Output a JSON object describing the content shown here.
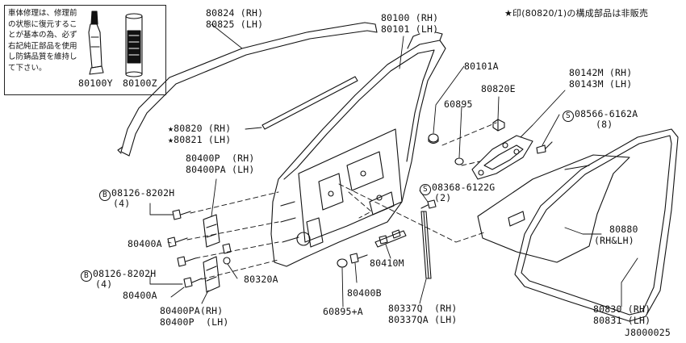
{
  "note": {
    "repair_notice": "車体修理は、修理前の状態に復元することが基本の為、必ず右記純正部品を使用し防錆品質を維持して下さい。",
    "kit_labels": [
      "80100Y",
      "80100Z"
    ]
  },
  "not_sold_notice": "★印(80820/1)の構成部品は非販売",
  "drawing_id": "J8000025",
  "callouts": {
    "sash_molding": [
      "80824 (RH)",
      "80825 (LH)"
    ],
    "door_panel": [
      "80100 (RH)",
      "80101 (LH)"
    ],
    "plug_a": "80101A",
    "cap": "60895",
    "bracket_e": "80820E",
    "check_link": [
      "80142M (RH)",
      "80143M (LH)"
    ],
    "screw_8566": [
      "08566-6162A",
      "(8)"
    ],
    "weatherstrip_inner": [
      "★80820 (RH)",
      "★80821 (LH)"
    ],
    "hinge_upper": [
      "80400P  (RH)",
      "80400PA (LH)"
    ],
    "bolt_upper": [
      "08126-8202H",
      "(4)"
    ],
    "screw_8368": [
      "08368-6122G",
      "(2)"
    ],
    "hinge_a_upper": "80400A",
    "bolt_lower": [
      "08126-8202H",
      "(4)"
    ],
    "pin_a": "80320A",
    "door_check": "80410M",
    "hinge_a_lower": "80400A",
    "bolt_b": "80400B",
    "hinge_lower": [
      "80400PA(RH)",
      "80400P  (LH)"
    ],
    "cap_a": "60895+A",
    "sash_channel": [
      "80337Q  (RH)",
      "80337QA (LH)"
    ],
    "sealing_screen": [
      "80880",
      "(RH&LH)"
    ],
    "weatherstrip_outer": [
      "80830 (RH)",
      "80831 (LH)"
    ]
  },
  "markers": {
    "bolt_b": "B",
    "screw_s": "S"
  }
}
